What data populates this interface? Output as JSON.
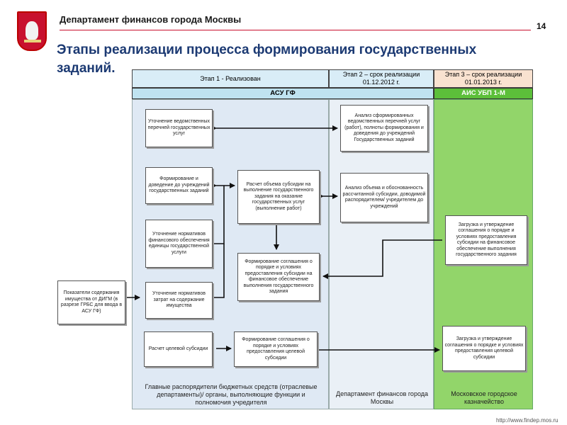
{
  "header": {
    "department": "Департамент финансов города Москвы",
    "page_number": "14",
    "title": "Этапы реализации процесса формирования государственных заданий."
  },
  "stages": [
    {
      "label": "Этап 1 - Реализован",
      "color": "#d9edf7"
    },
    {
      "label": "Этап 2 – срок реализации 01.12.2012 г.",
      "color": "#d9edf7"
    },
    {
      "label": "Этап 3 – срок реализации 01.01.2013 г.",
      "color": "#f9e2d0"
    }
  ],
  "systems": {
    "asu": "АСУ ГФ",
    "ais": "АИС УБП 1-М"
  },
  "columns": {
    "grbs": "Главные распорядители бюджетных средств (отраслевые департаменты)/ органы, выполняющие функции и полномочия учредителя",
    "depfin": "Департамент финансов города Москвы",
    "treasury": "Московское городское казначейство"
  },
  "boxes": {
    "b_external": "Показатели содержания имущества от ДИГМ (в разрезе ГРБС для ввода в АСУ ГФ)",
    "b1": "Уточнение ведомственных перечней государственных услуг",
    "b2": "Формирование и доведение до учреждений государственных заданий",
    "b3": "Уточнение нормативов финансового обеспечения единицы государственной услуги",
    "b4": "Уточнение нормативов затрат на содержание имущества",
    "b5": "Расчет целевой субсидии",
    "c1": "Расчет объема субсидии на выполнение государственного задания на оказание государственных услуг (выполнение работ)",
    "c2": "Формирование соглашения о порядке и условиях предоставления субсидии на финансовое обеспечение выполнения государственного задания",
    "c3": "Формирование соглашения о порядке и условиях предоставления целевой субсидии",
    "d1": "Анализ сформированных ведомственных перечней услуг (работ), полноты формирования и доведения до учреждений Государственных заданий",
    "d2": "Анализ объема и обоснованность рассчитанной субсидии, доводимой распорядителем/ учредителем до учреждений",
    "e1": "Загрузка и утверждение соглашения о порядке и условиях предоставления субсидии на финансовое обеспечение выполнения государственного задания",
    "e2": "Загрузка и утверждение соглашения о порядке и условиях предоставления целевой субсидии"
  },
  "colors": {
    "title": "#1c3a73",
    "accent_red": "#c8102e",
    "asu_header": "#bfe3f0",
    "grbs_column": "#dfe9f4",
    "depfin_column": "#eaf0f6",
    "treasury_column": "#92d56a",
    "treasury_header": "#5cbf3a"
  },
  "footer": {
    "url": "http://www.findep.mos.ru"
  }
}
